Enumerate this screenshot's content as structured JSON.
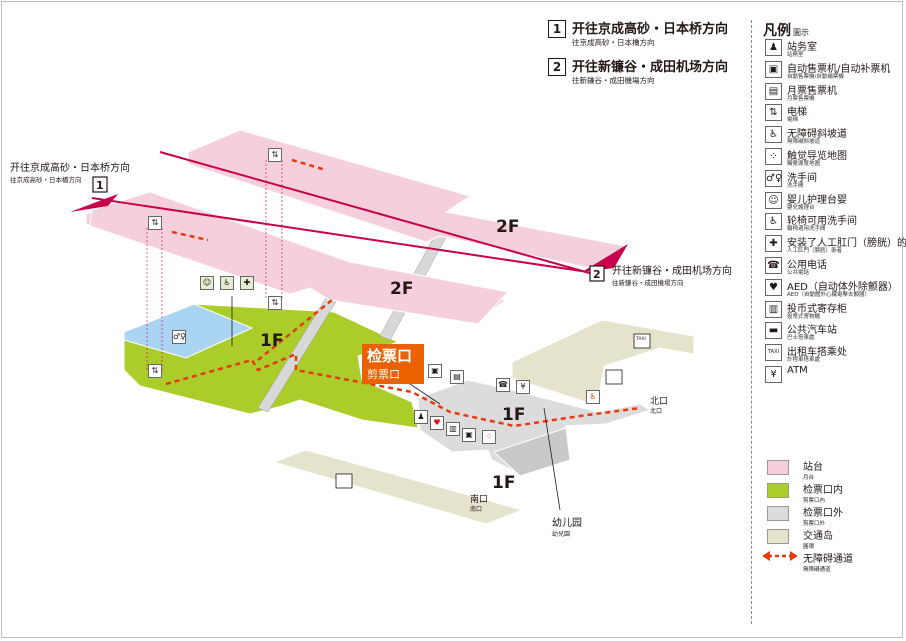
{
  "directions": [
    {
      "num": "1",
      "zh": "开往京成高砂・日本桥方向",
      "jp": "往京成高砂・日本橋方向"
    },
    {
      "num": "2",
      "zh": "开往新镰谷・成田机场方向",
      "jp": "往新鎌谷・成田機場方向"
    }
  ],
  "map_labels": {
    "dir1_zh": "开往京成高砂・日本桥方向",
    "dir1_jp": "往京成高砂・日本橋方向",
    "dir1_num": "1",
    "dir2_zh": "开往新镰谷・成田机场方向",
    "dir2_jp": "往新鎌谷・成田機場方向",
    "dir2_num": "2",
    "floor_2f_upper": "2F",
    "floor_2f_lower": "2F",
    "floor_1f_inside": "1F",
    "floor_1f_outside": "1F",
    "floor_1f_south": "1F",
    "gate_zh": "检票口",
    "gate_jp": "剪票口",
    "north_zh": "北口",
    "north_jp": "北口",
    "south_zh": "南口",
    "south_jp": "南口",
    "kinder_zh": "幼儿园",
    "kinder_jp": "幼兒園",
    "taxi": "TAXI"
  },
  "legend": {
    "title": "凡例",
    "subtitle": "圖示",
    "items": [
      {
        "icon": "station-office-icon",
        "glyph": "♟",
        "zh": "站务室",
        "jp": "站務室"
      },
      {
        "icon": "ticket-machine-icon",
        "glyph": "▣",
        "zh": "自动售票机/自动补票机",
        "jp": "自動售票機/自動補票機"
      },
      {
        "icon": "pass-machine-icon",
        "glyph": "▤",
        "zh": "月票售票机",
        "jp": "月票售票機"
      },
      {
        "icon": "elevator-icon",
        "glyph": "⇅",
        "zh": "电梯",
        "jp": "電梯"
      },
      {
        "icon": "slope-icon",
        "glyph": "♿",
        "zh": "无障碍斜坡道",
        "jp": "無障礙斜坡道"
      },
      {
        "icon": "tactile-map-icon",
        "glyph": "⁘",
        "zh": "触觉导览地图",
        "jp": "觸覺導覽地圖"
      },
      {
        "icon": "restroom-icon",
        "glyph": "♂♀",
        "zh": "洗手间",
        "jp": "洗手間"
      },
      {
        "icon": "baby-care-icon",
        "glyph": "☺",
        "zh": "婴儿护理台婴",
        "jp": "嬰兒護理台"
      },
      {
        "icon": "wheelchair-restroom-icon",
        "glyph": "♿",
        "zh": "轮椅可用洗手间",
        "jp": "輪椅適用洗手間"
      },
      {
        "icon": "ostomy-icon",
        "glyph": "✚",
        "zh": "安装了人工肛门（膀胱）的特殊人群",
        "jp": "人工肛門（膀胱）患者"
      },
      {
        "icon": "phone-icon",
        "glyph": "☎",
        "zh": "公用电话",
        "jp": "公共電話"
      },
      {
        "icon": "aed-icon",
        "glyph": "♥",
        "zh": "AED（自动体外除颤器）",
        "jp": "AED（自動體外心臟電擊去顫器）"
      },
      {
        "icon": "locker-icon",
        "glyph": "▥",
        "zh": "投币式寄存柜",
        "jp": "投幣式寄物櫃"
      },
      {
        "icon": "bus-icon",
        "glyph": "▬",
        "zh": "公共汽车站",
        "jp": "巴士搭車處"
      },
      {
        "icon": "taxi-icon",
        "glyph": "TAXI",
        "zh": "出租车搭乘处",
        "jp": "計程車搭車處"
      },
      {
        "icon": "atm-icon",
        "glyph": "¥",
        "zh": "ATM",
        "jp": ""
      }
    ],
    "areas": [
      {
        "color": "#f6cfdc",
        "zh": "站台",
        "jp": "月台"
      },
      {
        "color": "#aacd2a",
        "zh": "检票口内",
        "jp": "剪票口內"
      },
      {
        "color": "#dcdcdc",
        "zh": "检票口外",
        "jp": "剪票口外"
      },
      {
        "color": "#e6e3cd",
        "zh": "交通岛",
        "jp": "圓環"
      }
    ],
    "route": {
      "zh": "无障碍通道",
      "jp": "無障礙通道"
    }
  },
  "colors": {
    "platform": "#f6cfdc",
    "inside": "#aacd2a",
    "outside": "#dcdcdc",
    "island": "#e6e3cd",
    "track": "#c8004b",
    "route": "#e8380d",
    "restroom": "#a9d5f2",
    "gate": "#eb6100"
  }
}
